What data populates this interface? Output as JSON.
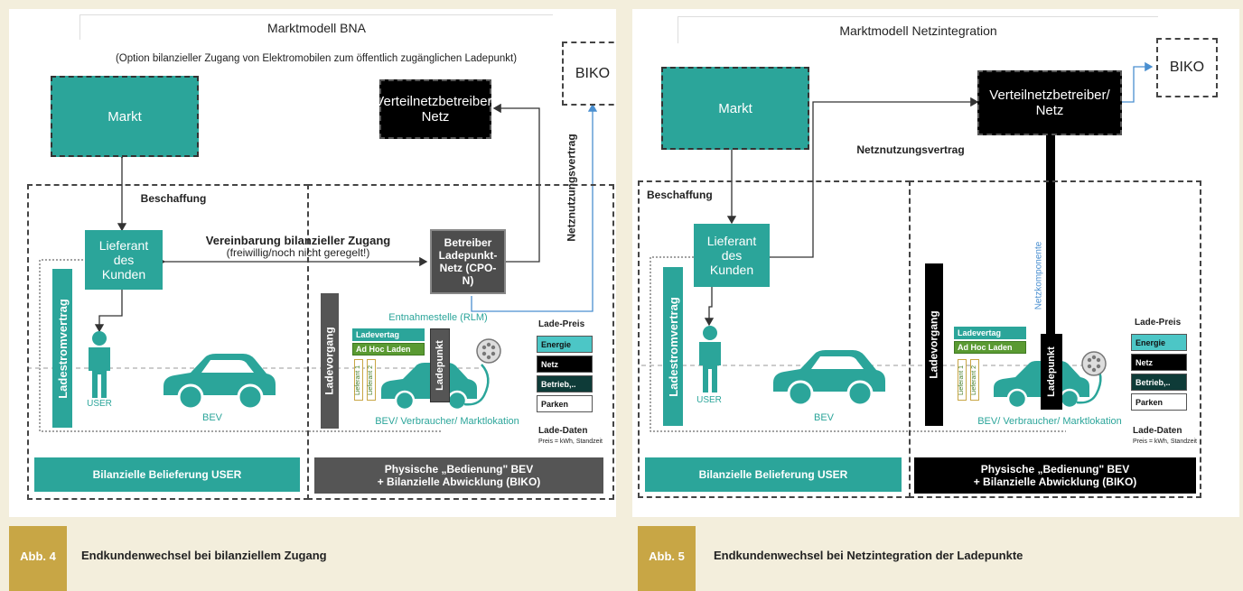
{
  "left": {
    "title": "Marktmodell BNA",
    "subtitle": "(Option bilanzieller Zugang von Elektromobilen zum öffentlich zugänglichen Ladepunkt)",
    "biko": "BIKO",
    "markt": "Markt",
    "vnb": "Verteilnetzbetreiber/ Netz",
    "netznutzungsvertrag": "Netznutzungsvertrag",
    "beschaffung": "Beschaffung",
    "lieferant": "Lieferant des Kunden",
    "vereinbarung": "Vereinbarung bilanzieller Zugang",
    "vereinbarung_sub": "(freiwillig/noch nicht geregelt!)",
    "betreiber": "Betreiber Ladepunkt-Netz (CPO-N)",
    "entnahmestelle": "Entnahmestelle (RLM)",
    "ladestromvertrag": "Ladestromvertrag",
    "user": "USER",
    "bev": "BEV",
    "ladevorgang": "Ladevorgang",
    "ladevertag": "Ladevertag",
    "adhoc": "Ad Hoc Laden",
    "lieferant1": "Lieferant 1",
    "lieferant2": "Lieferant 2",
    "ladepunkt": "Ladepunkt",
    "bev_location": "BEV/ Verbraucher/ Marktlokation",
    "lade_preis": "Lade-Preis",
    "prices": [
      "Energie",
      "Netz",
      "Betrieb,..",
      "Parken"
    ],
    "lade_daten": "Lade-Daten",
    "lade_daten_sub": "Preis = kWh, Standzeit",
    "bottom_left": "Bilanzielle Belieferung USER",
    "bottom_right_1": "Physische „Bedienung\" BEV",
    "bottom_right_2": "+ Bilanzielle Abwicklung  (BIKO)"
  },
  "right": {
    "title": "Marktmodell Netzintegration",
    "biko": "BIKO",
    "markt": "Markt",
    "vnb": "Verteilnetzbetreiber/ Netz",
    "netznutzungsvertrag": "Netznutzungsvertrag",
    "beschaffung": "Beschaffung",
    "lieferant": "Lieferant des Kunden",
    "netzkomponente": "Netzkomponente",
    "ladestromvertrag": "Ladestromvertrag",
    "user": "USER",
    "bev": "BEV",
    "ladevorgang": "Ladevorgang",
    "ladevertag": "Ladevertag",
    "adhoc": "Ad Hoc Laden",
    "lieferant1": "Lieferant 1",
    "lieferant2": "Lieferant 2",
    "ladepunkt": "Ladepunkt",
    "bev_location": "BEV/ Verbraucher/ Marktlokation",
    "lade_preis": "Lade-Preis",
    "prices": [
      "Energie",
      "Netz",
      "Betrieb,..",
      "Parken"
    ],
    "lade_daten": "Lade-Daten",
    "lade_daten_sub": "Preis = kWh, Standzeit",
    "bottom_left": "Bilanzielle Belieferung USER",
    "bottom_right_1": "Physische „Bedienung\" BEV",
    "bottom_right_2": "+ Bilanzielle Abwicklung  (BIKO)"
  },
  "captions": [
    {
      "num": "Abb. 4",
      "text": "Endkundenwechsel bei bilanziellem Zugang"
    },
    {
      "num": "Abb. 5",
      "text": "Endkundenwechsel bei Netzintegration der Ladepunkte"
    }
  ],
  "colors": {
    "teal": "#2ba59a",
    "black": "#000000",
    "gold": "#c8a645",
    "background": "#f3eedc"
  }
}
